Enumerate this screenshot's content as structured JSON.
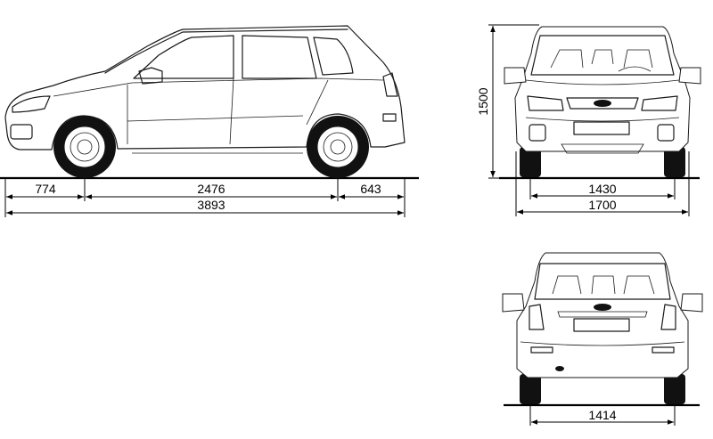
{
  "side_view": {
    "dims": {
      "front_overhang": "774",
      "wheelbase": "2476",
      "rear_overhang": "643",
      "overall_length": "3893"
    }
  },
  "front_view": {
    "dims": {
      "height": "1500",
      "front_track": "1430",
      "overall_width": "1700"
    }
  },
  "rear_view": {
    "dims": {
      "rear_track": "1414"
    }
  }
}
